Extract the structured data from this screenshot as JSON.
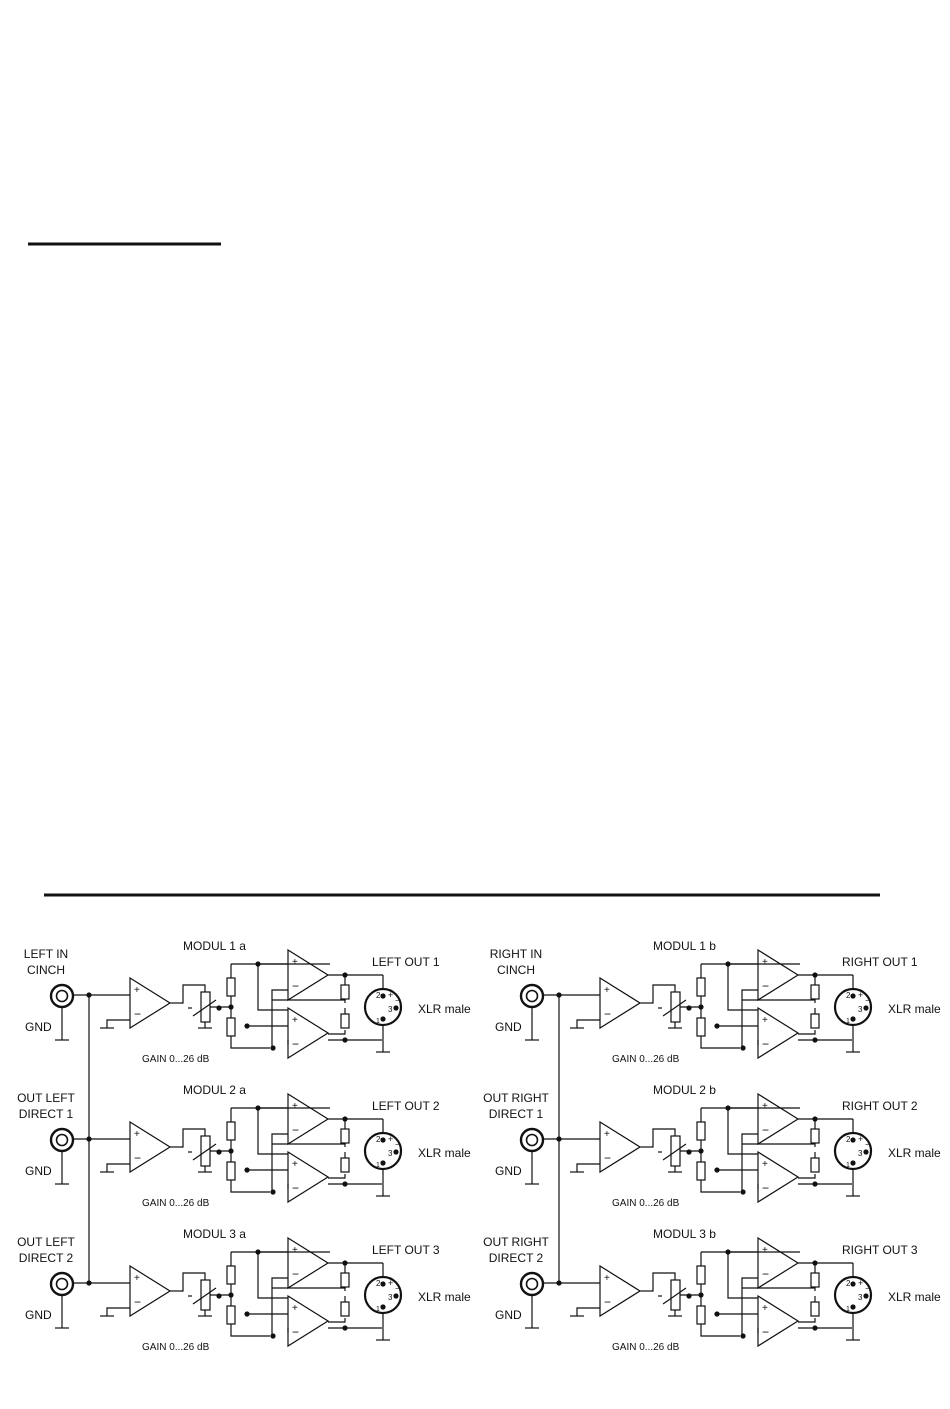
{
  "diagram": {
    "modules": [
      {
        "input_label": [
          "LEFT IN",
          "CINCH"
        ],
        "gnd_label": "GND",
        "module_label": "MODUL 1 a",
        "gain_label": "GAIN   0...26 dB",
        "output_label": "LEFT  OUT 1",
        "connector_label": "XLR male",
        "pins": [
          "2",
          "+",
          "3",
          "−",
          "1"
        ]
      },
      {
        "input_label": [
          "OUT LEFT",
          "DIRECT 1"
        ],
        "gnd_label": "GND",
        "module_label": "MODUL 2 a",
        "gain_label": "GAIN   0...26 dB",
        "output_label": "LEFT  OUT 2",
        "connector_label": "XLR male",
        "pins": [
          "2",
          "+",
          "3",
          "−",
          "1"
        ]
      },
      {
        "input_label": [
          "OUT LEFT",
          "DIRECT 2"
        ],
        "gnd_label": "GND",
        "module_label": "MODUL 3 a",
        "gain_label": "GAIN   0...26 dB",
        "output_label": "LEFT  OUT 3",
        "connector_label": "XLR male",
        "pins": [
          "2",
          "+",
          "3",
          "−",
          "1"
        ]
      },
      {
        "input_label": [
          "RIGHT IN",
          "CINCH"
        ],
        "gnd_label": "GND",
        "module_label": "MODUL 1 b",
        "gain_label": "GAIN   0...26 dB",
        "output_label": "RIGHT  OUT 1",
        "connector_label": "XLR male",
        "pins": [
          "2",
          "+",
          "3",
          "−",
          "1"
        ]
      },
      {
        "input_label": [
          "OUT RIGHT",
          "DIRECT 1"
        ],
        "gnd_label": "GND",
        "module_label": "MODUL 2 b",
        "gain_label": "GAIN   0...26 dB",
        "output_label": "RIGHT  OUT 2",
        "connector_label": "XLR male",
        "pins": [
          "2",
          "+",
          "3",
          "−",
          "1"
        ]
      },
      {
        "input_label": [
          "OUT RIGHT",
          "DIRECT 2"
        ],
        "gnd_label": "GND",
        "module_label": "MODUL 3 b",
        "gain_label": "GAIN   0...26 dB",
        "output_label": "RIGHT  OUT 3",
        "connector_label": "XLR male",
        "pins": [
          "2",
          "+",
          "3",
          "−",
          "1"
        ]
      }
    ],
    "opamp_symbols": [
      "+",
      "−"
    ]
  }
}
